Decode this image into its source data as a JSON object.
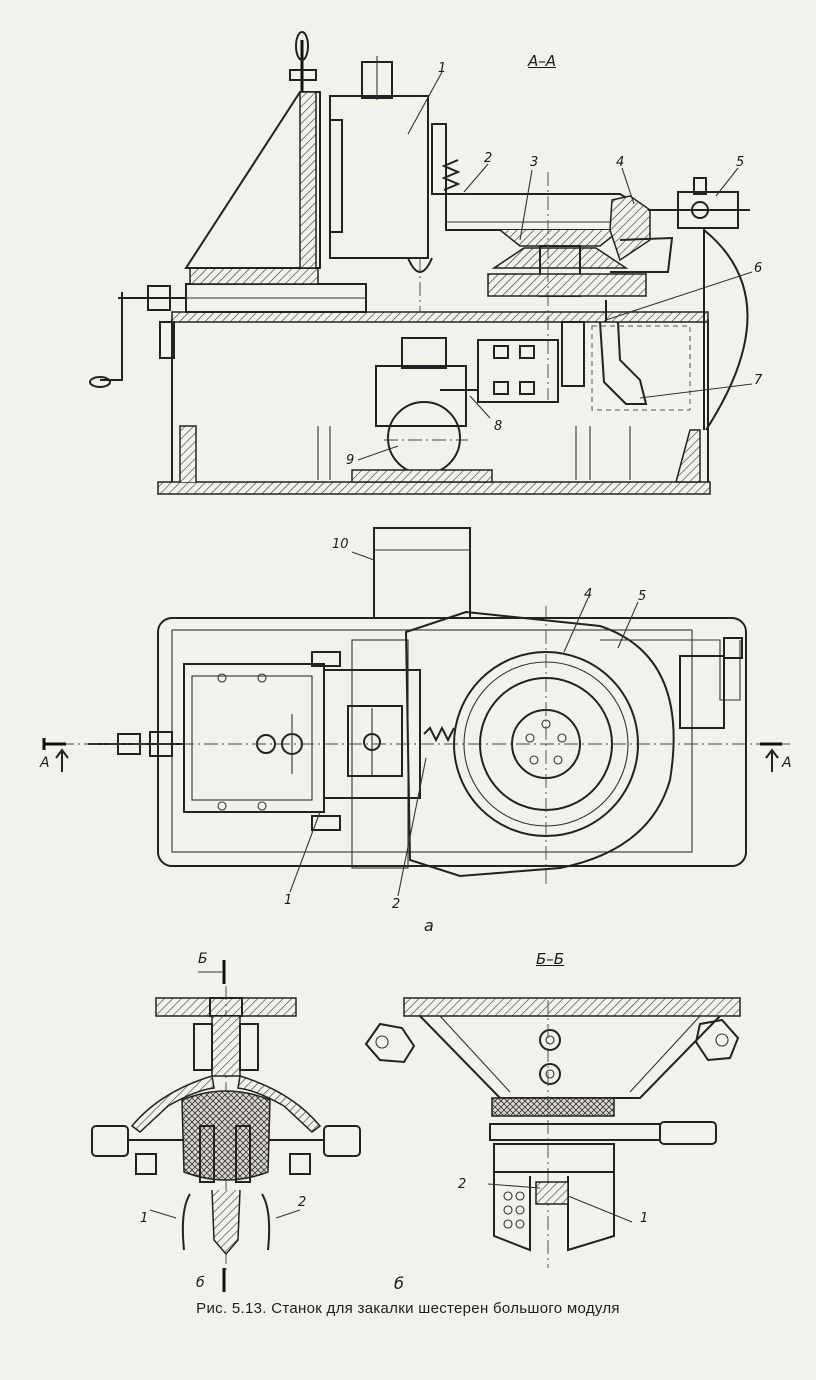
{
  "section_labels": {
    "aa": "А–А",
    "bb": "Б–Б",
    "a_left": "А",
    "a_right": "А",
    "b_top": "Б",
    "b_bottom": "б"
  },
  "view_labels": {
    "a": "а",
    "b": "б"
  },
  "part_labels": {
    "top_1": "1",
    "top_2": "2",
    "top_3": "3",
    "top_4": "4",
    "top_5": "5",
    "top_6": "6",
    "top_7": "7",
    "top_8": "8",
    "top_9": "9",
    "plan_10": "10",
    "plan_4": "4",
    "plan_5": "5",
    "plan_1": "1",
    "plan_2": "2",
    "left_1": "1",
    "left_2": "2",
    "right_2": "2",
    "right_1": "1"
  },
  "caption": "Рис. 5.13. Станок для закалки шестерен большого модуля"
}
